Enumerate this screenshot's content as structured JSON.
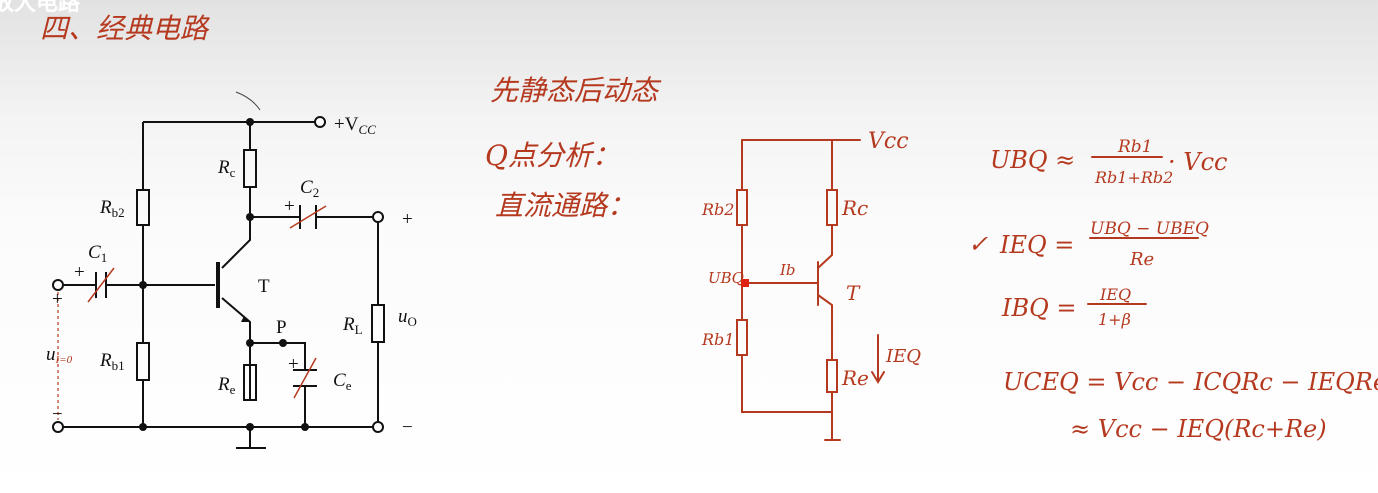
{
  "overlay_title": "放大电路",
  "section_heading": "四、经典电路",
  "notes": {
    "line1": "先静态后动态",
    "line2": "Q点分析：",
    "line3": "直流通路："
  },
  "circuit": {
    "vcc": "+V",
    "vcc_sub": "CC",
    "rb2": "R",
    "rb2_sub": "b2",
    "rb1": "R",
    "rb1_sub": "b1",
    "rc": "R",
    "rc_sub": "c",
    "re": "R",
    "re_sub": "e",
    "rl": "R",
    "rl_sub": "L",
    "c1": "C",
    "c1_sub": "1",
    "c2": "C",
    "c2_sub": "2",
    "ce": "C",
    "ce_sub": "e",
    "t": "T",
    "p": "P",
    "uo": "u",
    "uo_sub": "O",
    "ui": "u",
    "ui_sub": "I=0",
    "plus": "+",
    "minus": "−"
  },
  "dc_sketch": {
    "vcc": "Vcc",
    "rb2": "Rb2",
    "rb1": "Rb1",
    "rc": "Rc",
    "re": "Re",
    "ubq": "UBQ",
    "ib": "Ib",
    "t": "T",
    "ieq": "IEQ"
  },
  "formulas": {
    "f1_lhs": "UBQ ≈",
    "f1_num": "Rb1",
    "f1_den": "Rb1+Rb2",
    "f1_rhs": "· Vcc",
    "f2_check": "✓",
    "f2_lhs": "IEQ =",
    "f2_num": "UBQ − UBEQ",
    "f2_den": "Re",
    "f3_lhs": "IBQ =",
    "f3_num": "IEQ",
    "f3_den": "1+β",
    "f4": "UCEQ = Vcc − ICQRc − IEQRe",
    "f5": "≈ Vcc − IEQ(Rc+Re)"
  },
  "colors": {
    "ink": "#b5391f",
    "circuit": "#111111"
  }
}
